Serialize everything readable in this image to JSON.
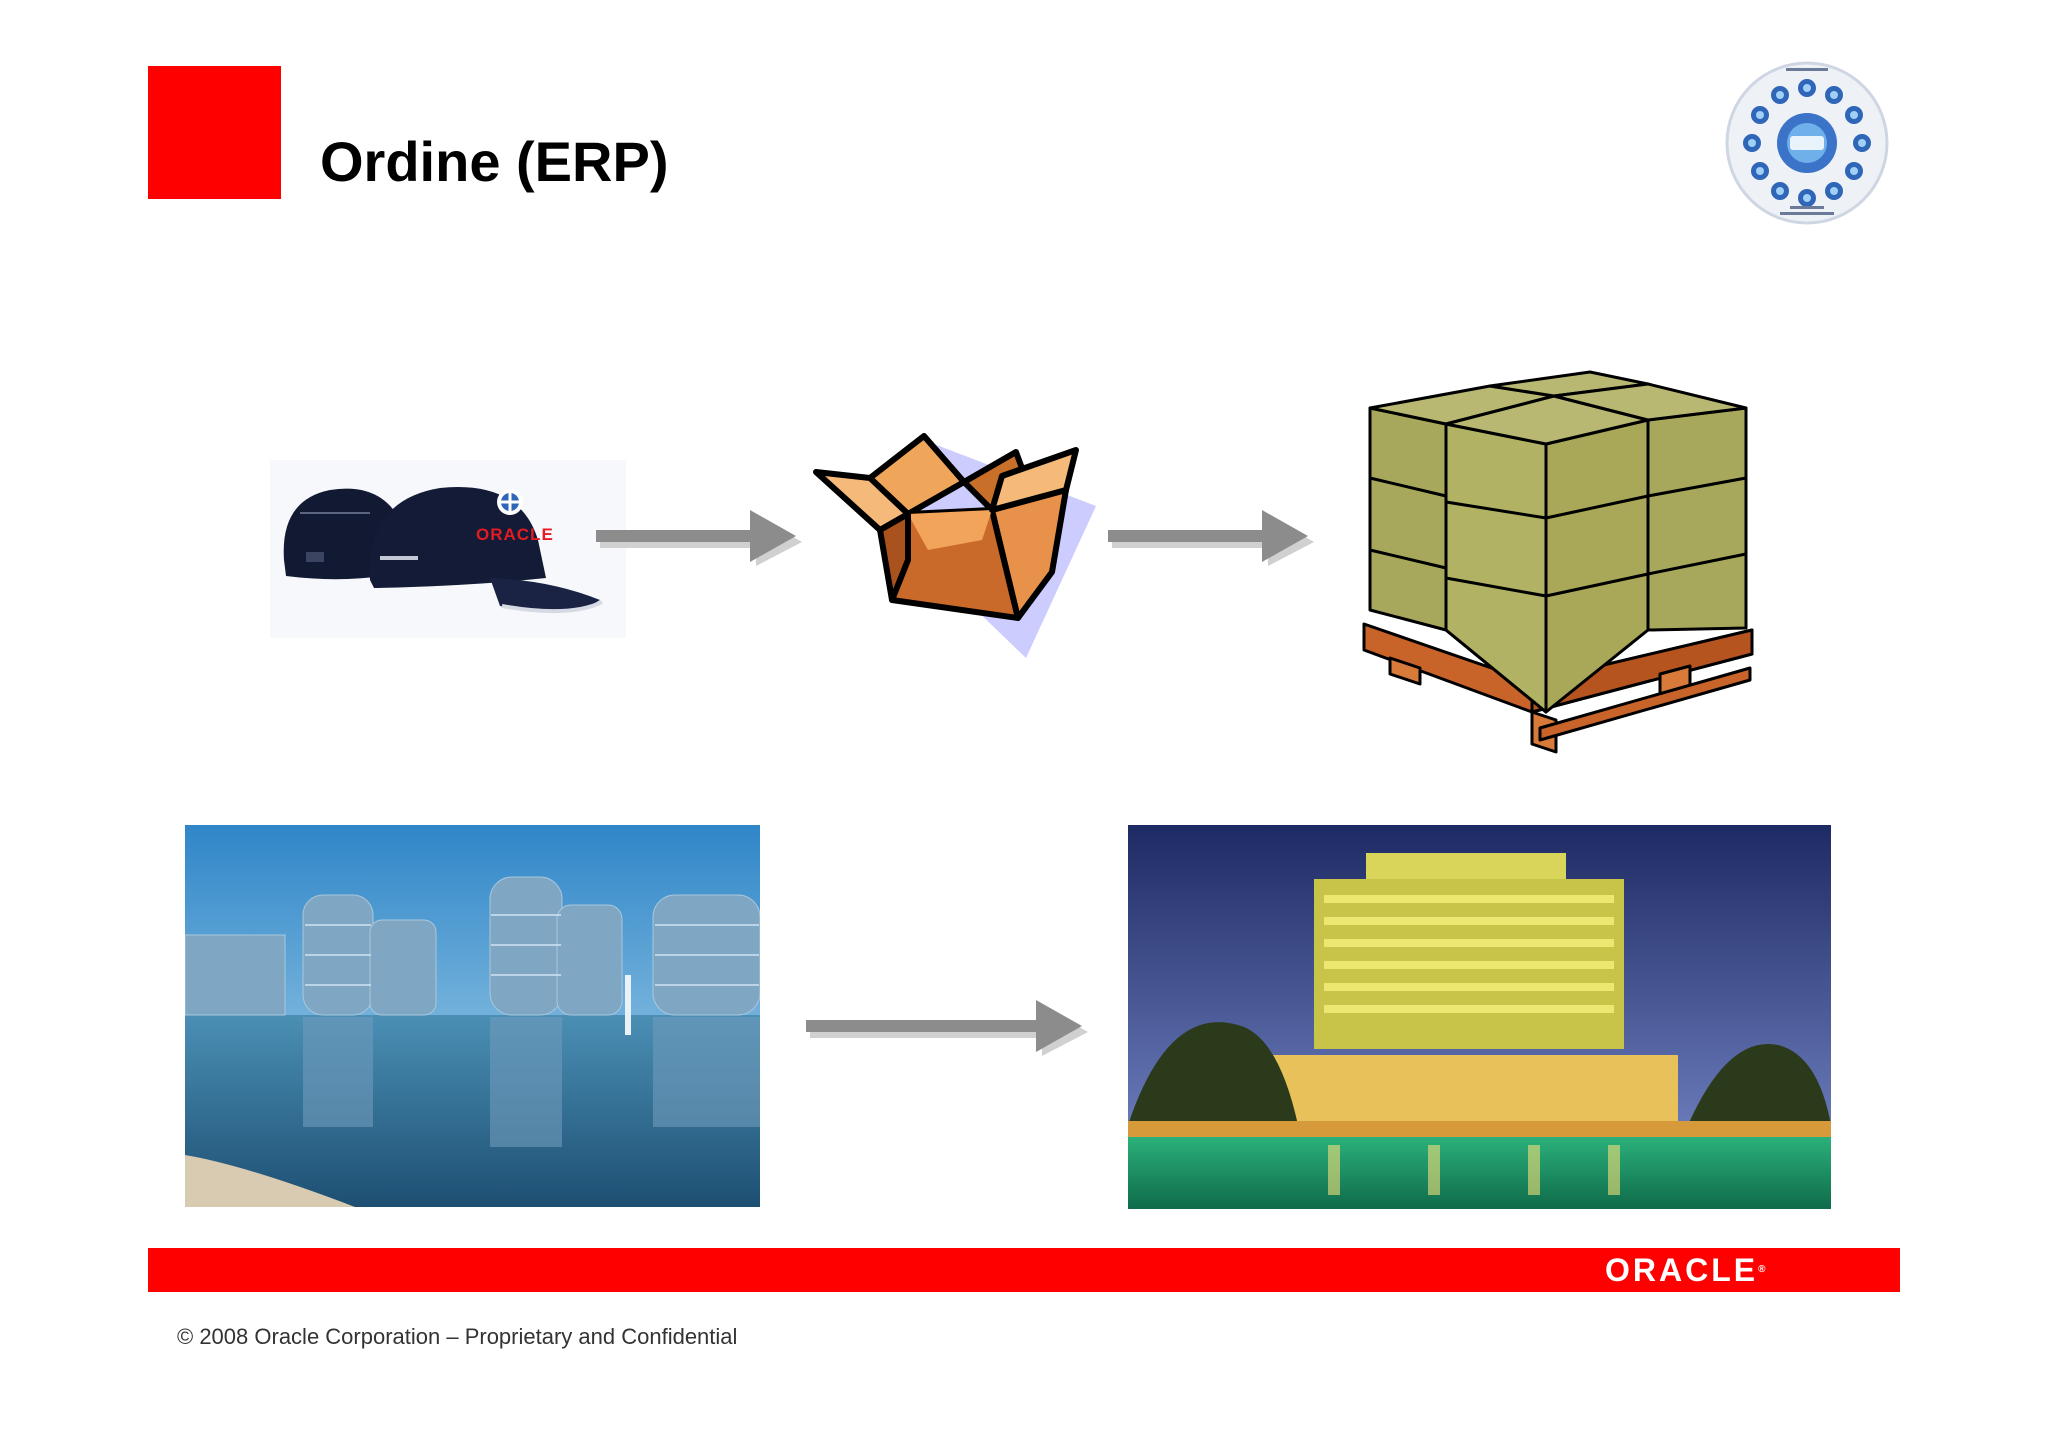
{
  "slide": {
    "title": "Ordine (ERP)",
    "copyright": "© 2008 Oracle Corporation – Proprietary and Confidential",
    "footer_logo": "ORACLE",
    "footer_logo_mark": "®"
  },
  "cap_logo_text": "ORACLE",
  "images": {
    "top_row": [
      "cap-icon",
      "open-box-icon",
      "pallet-boxes-icon"
    ],
    "bottom_row": [
      "headquarters-photo",
      "hotel-photo"
    ]
  },
  "colors": {
    "brand_red": "#ff0000",
    "arrow_gray": "#8c8c8c",
    "box_orange": "#e08a3c",
    "pallet_olive": "#a9a85a",
    "pallet_wood": "#c8642a"
  }
}
